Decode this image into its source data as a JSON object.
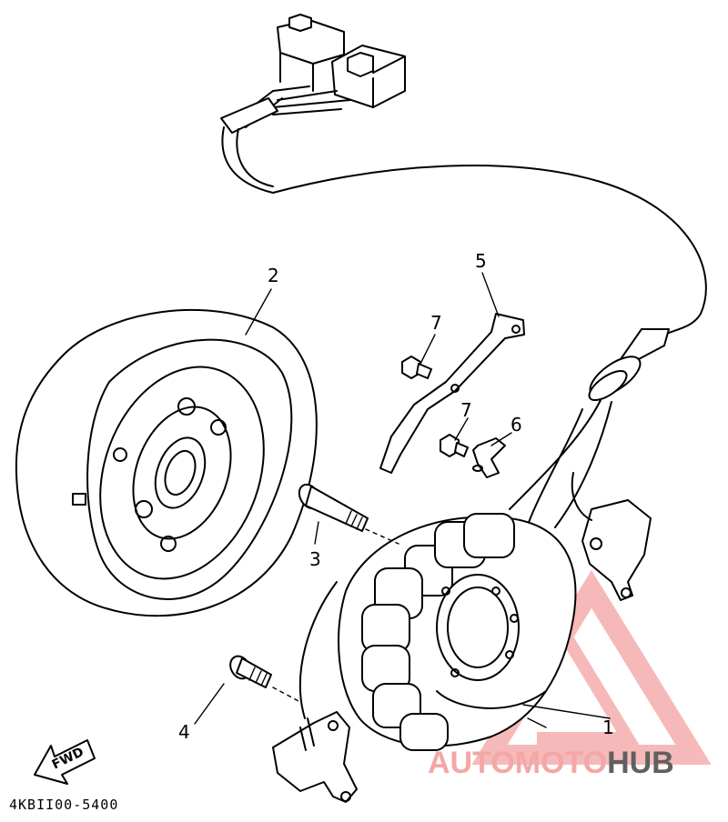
{
  "diagram": {
    "part_code": "4KBII00-5400",
    "direction_label": "FWD",
    "callouts": [
      {
        "id": "1",
        "label": "1"
      },
      {
        "id": "2",
        "label": "2"
      },
      {
        "id": "3",
        "label": "3"
      },
      {
        "id": "4",
        "label": "4"
      },
      {
        "id": "5",
        "label": "5"
      },
      {
        "id": "6",
        "label": "6"
      },
      {
        "id": "7a",
        "label": "7"
      },
      {
        "id": "7b",
        "label": "7"
      }
    ]
  },
  "watermark": {
    "brand_part1": "AUTOMOTO",
    "brand_part2": "HUB",
    "color_primary": "#f08080",
    "color_secondary": "#555555"
  }
}
